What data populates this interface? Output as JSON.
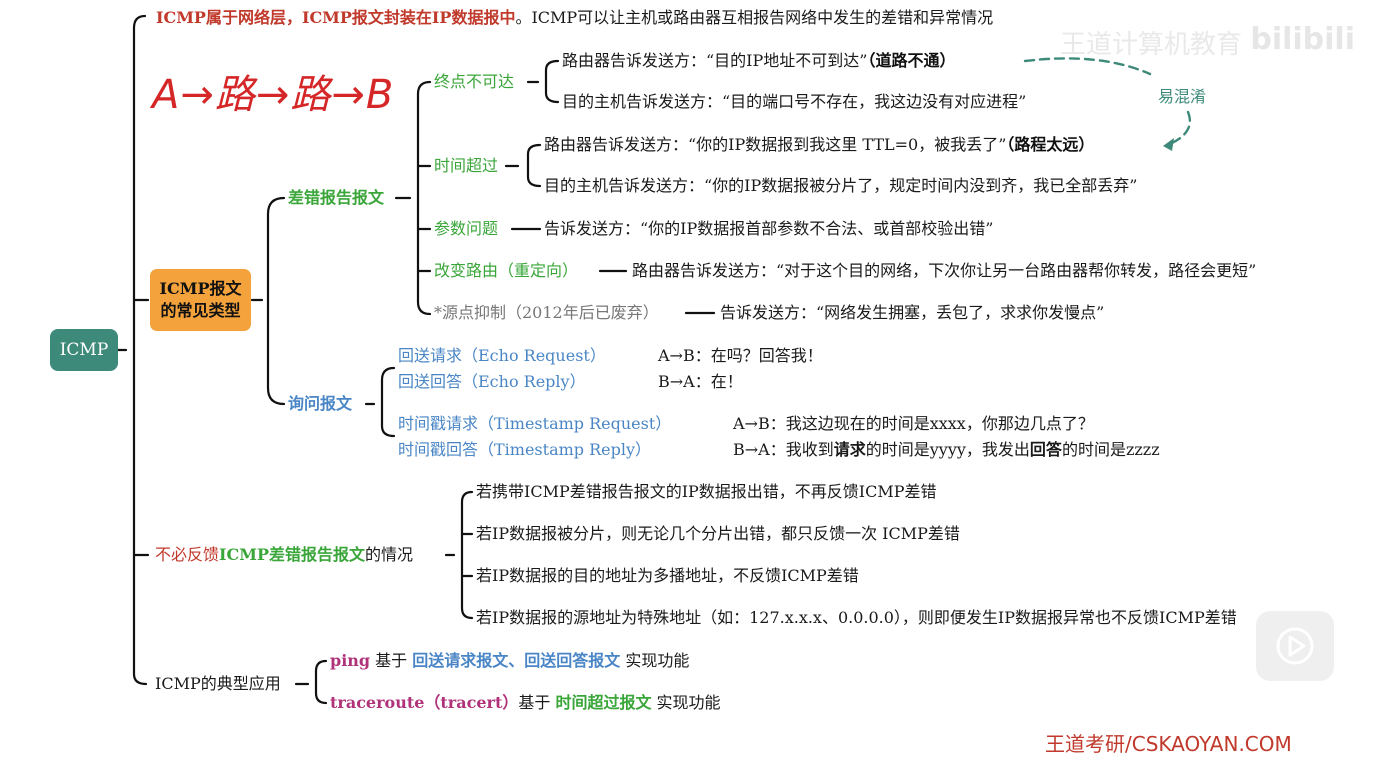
{
  "root": "ICMP",
  "header": {
    "part1": "ICMP属于网络层，ICMP报文封装在IP数据报中",
    "part2": "。ICMP可以让主机或路由器互相报告网络中发生的差错和异常情况"
  },
  "handwriting": "A→路→路→B",
  "watermark": {
    "text": "bilibili",
    "channel": "王道计算机教育"
  },
  "common_types": {
    "label_line1": "ICMP报文",
    "label_line2": "的常见类型",
    "error_report": {
      "label": "差错报告报文",
      "dest_unreachable": {
        "label": "终点不可达",
        "router_text": "路由器告诉发送方：“目的IP地址不可到达”",
        "router_bold": "（道路不通）",
        "host_text": "目的主机告诉发送方：“目的端口号不存在，我这边没有对应进程”"
      },
      "time_exceeded": {
        "label": "时间超过",
        "router_text": "路由器告诉发送方：“你的IP数据报到我这里 TTL=0，被我丢了”",
        "router_bold": "（路程太远）",
        "host_text": "目的主机告诉发送方：“你的IP数据报被分片了，规定时间内没到齐，我已全部丢弃”"
      },
      "confuse_note": "易混淆",
      "param_problem": {
        "label": "参数问题",
        "text": "告诉发送方：“你的IP数据报首部参数不合法、或首部校验出错”"
      },
      "redirect": {
        "label": "改变路由（重定向）",
        "text": "路由器告诉发送方：“对于这个目的网络，下次你让另一台路由器帮你转发，路径会更短”"
      },
      "source_quench": {
        "label": "*源点抑制（2012年后已废弃）",
        "text": "告诉发送方：“网络发生拥塞，丢包了，求求你发慢点”"
      }
    },
    "query": {
      "label": "询问报文",
      "items": [
        {
          "label": "回送请求（Echo Request）",
          "desc": "A→B：在吗？回答我！"
        },
        {
          "label": "回送回答（Echo Reply）",
          "desc": "B→A：在！"
        },
        {
          "label": "时间戳请求（Timestamp Request）",
          "desc": "A→B：我这边现在的时间是xxxx，你那边几点了？"
        }
      ],
      "ts_reply": {
        "label": "时间戳回答（Timestamp Reply）",
        "p1": "B→A：我收到",
        "b1": "请求",
        "p2": "的时间是yyyy，我发出",
        "b2": "回答",
        "p3": "的时间是zzzz"
      }
    }
  },
  "no_feedback": {
    "pre": "不必反馈",
    "bold": "ICMP差错报告报文",
    "post": "的情况",
    "items": [
      "若携带ICMP差错报告报文的IP数据报出错，不再反馈ICMP差错",
      "若IP数据报被分片，则无论几个分片出错，都只反馈一次 ICMP差错",
      "若IP数据报的目的地址为多播地址，不反馈ICMP差错",
      "若IP数据报的源地址为特殊地址（如：127.x.x.x、0.0.0.0），则即便发生IP数据报异常也不反馈ICMP差错"
    ]
  },
  "applications": {
    "label": "ICMP的典型应用",
    "ping": {
      "name": "ping",
      "pre": " 基于 ",
      "hl": "回送请求报文、回送回答报文",
      "post": " 实现功能"
    },
    "traceroute": {
      "name": "traceroute（tracert）",
      "pre": "基于 ",
      "hl": "时间超过报文",
      "post": " 实现功能"
    }
  },
  "footer": "王道考研/CSKAOYAN.COM"
}
